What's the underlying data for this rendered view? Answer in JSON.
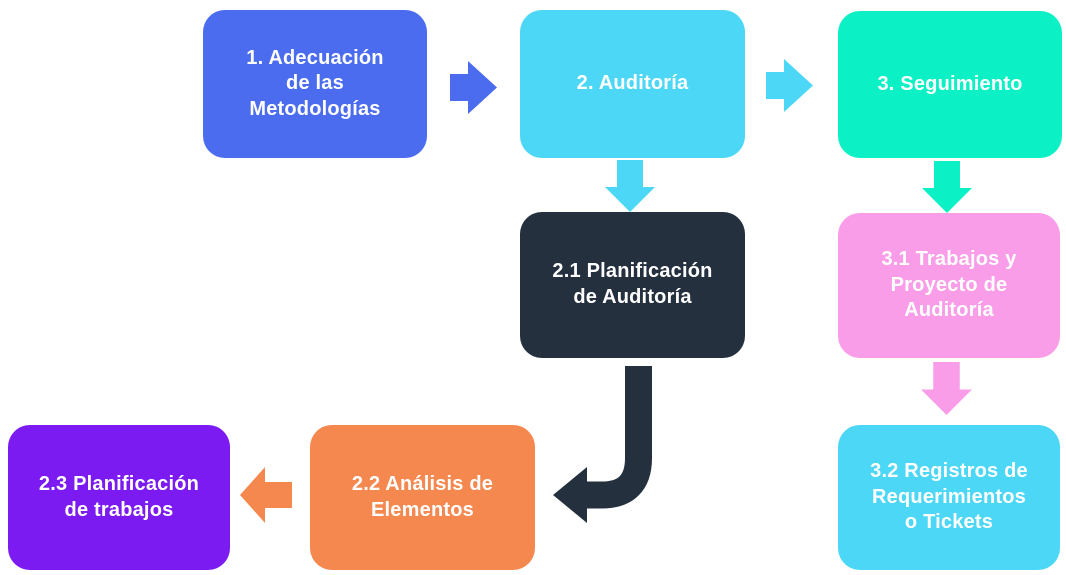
{
  "diagram": {
    "background": "#ffffff",
    "text_color": "#ffffff",
    "nodes": [
      {
        "id": "step-1",
        "label": "1. Adecuación\nde las\nMetodologías",
        "color": "#4c6cf0"
      },
      {
        "id": "step-2",
        "label": "2. Auditoría",
        "color": "#4cd7f6"
      },
      {
        "id": "step-3",
        "label": "3. Seguimiento",
        "color": "#0bf0c5"
      },
      {
        "id": "step-2-1",
        "label": "2.1 Planificación\nde Auditoría",
        "color": "#25303f"
      },
      {
        "id": "step-3-1",
        "label": "3.1 Trabajos y\nProyecto de\nAuditoría",
        "color": "#f99de9"
      },
      {
        "id": "step-2-2",
        "label": "2.2 Análisis de\nElementos",
        "color": "#f5884f"
      },
      {
        "id": "step-2-3",
        "label": "2.3 Planificación\nde trabajos",
        "color": "#7b1bf2"
      },
      {
        "id": "step-3-2",
        "label": "3.2 Registros de\nRequerimientos\no Tickets",
        "color": "#4cd7f6"
      }
    ],
    "arrows": [
      {
        "name": "arrow-1-to-2",
        "direction": "right",
        "color": "#4c6cf0"
      },
      {
        "name": "arrow-2-to-3",
        "direction": "right",
        "color": "#4cd7f6"
      },
      {
        "name": "arrow-2-to-2-1",
        "direction": "down",
        "color": "#4cd7f6"
      },
      {
        "name": "arrow-3-to-3-1",
        "direction": "down",
        "color": "#0bf0c5"
      },
      {
        "name": "arrow-3-1-to-3-2",
        "direction": "down",
        "color": "#f99de9"
      },
      {
        "name": "arrow-2-1-to-2-2",
        "direction": "curved-down-left",
        "color": "#25303f"
      },
      {
        "name": "arrow-2-2-to-2-3",
        "direction": "left",
        "color": "#f5884f"
      }
    ]
  }
}
